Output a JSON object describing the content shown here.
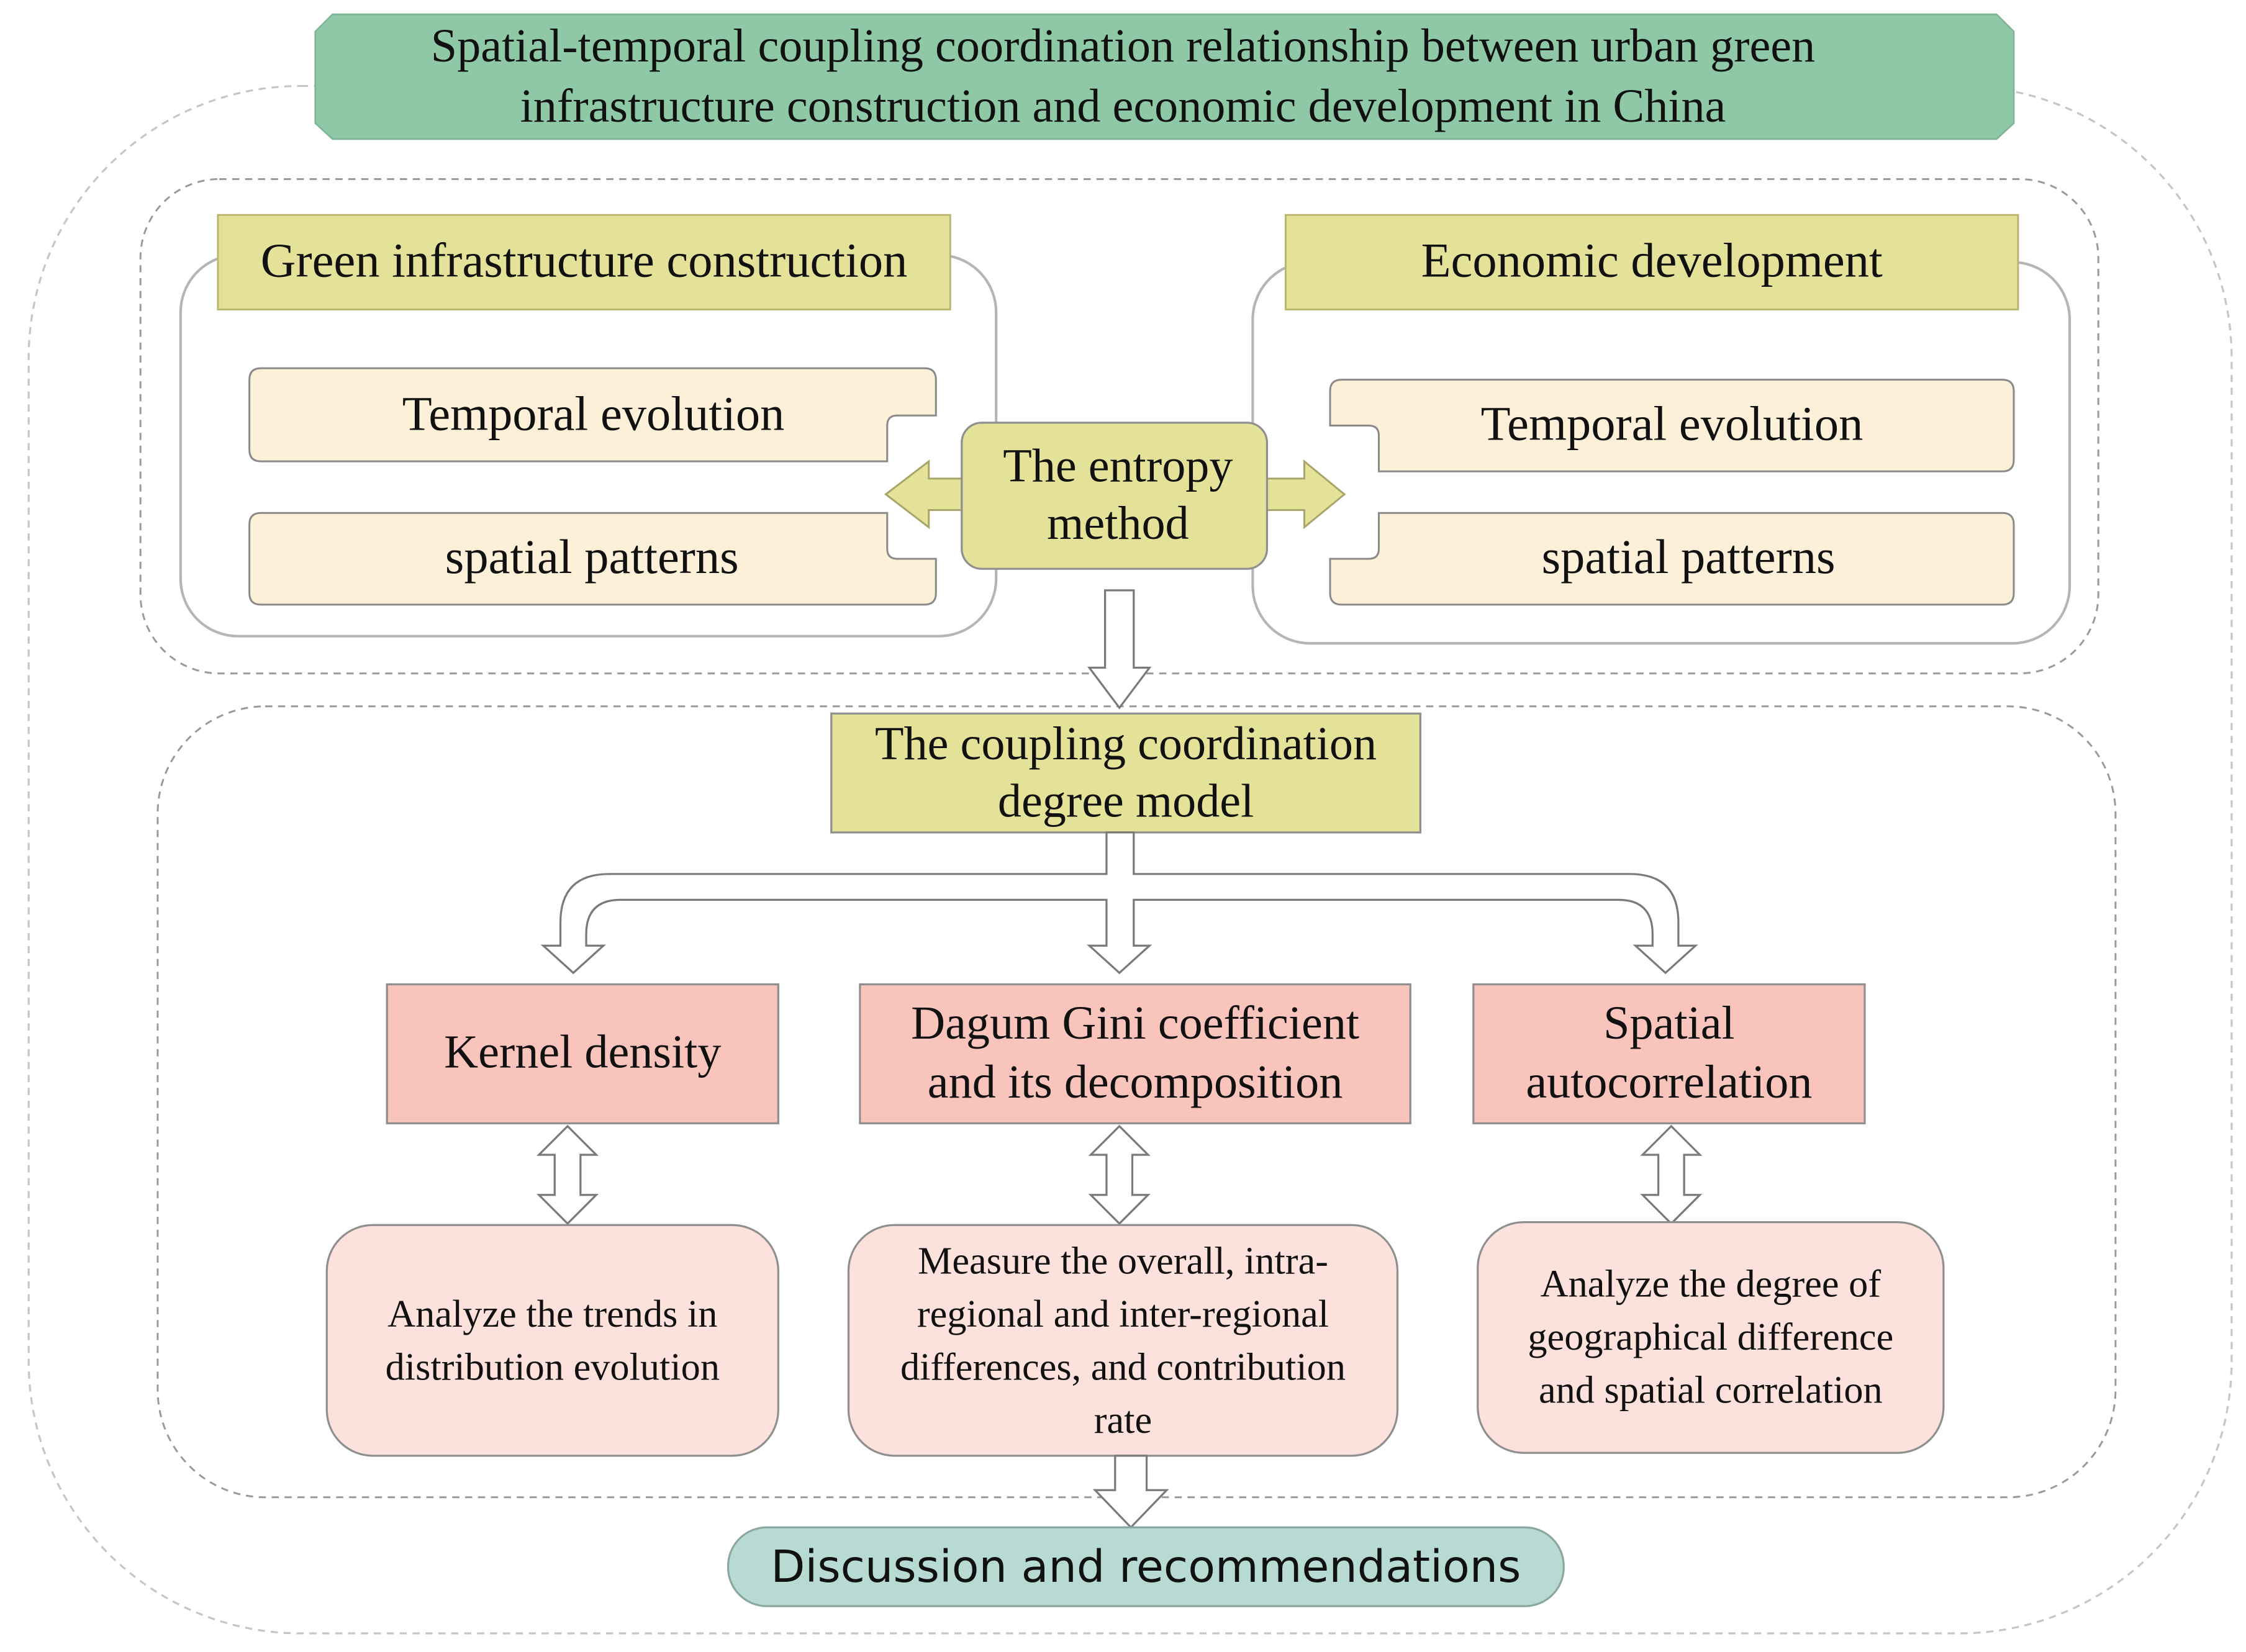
{
  "title": "Spatial-temporal coupling coordination relationship between urban green infrastructure construction and economic development in China",
  "left_panel": {
    "heading": "Green infrastructure construction",
    "items": [
      "Temporal evolution",
      "spatial patterns"
    ]
  },
  "right_panel": {
    "heading": "Economic development",
    "items": [
      "Temporal evolution",
      "spatial patterns"
    ]
  },
  "entropy_method": "The entropy method",
  "coupling_model": "The coupling coordination degree model",
  "methods": [
    {
      "label": "Kernel density",
      "description": "Analyze the trends in distribution evolution"
    },
    {
      "label": "Dagum Gini coefficient and its decomposition",
      "description": "Measure the overall, intra-regional and inter-regional differences, and contribution rate"
    },
    {
      "label": "Spatial autocorrelation",
      "description": "Analyze the degree of geographical difference and spatial correlation"
    }
  ],
  "conclusion": "Discussion and recommendations",
  "colors": {
    "title_fill": "#8ec8a6",
    "heading_fill": "#e4e199",
    "item_fill": "#fdf0d8",
    "method_fill": "#f9c4bc",
    "description_fill": "#fde1dc",
    "conclusion_fill": "#b7dbd3"
  }
}
